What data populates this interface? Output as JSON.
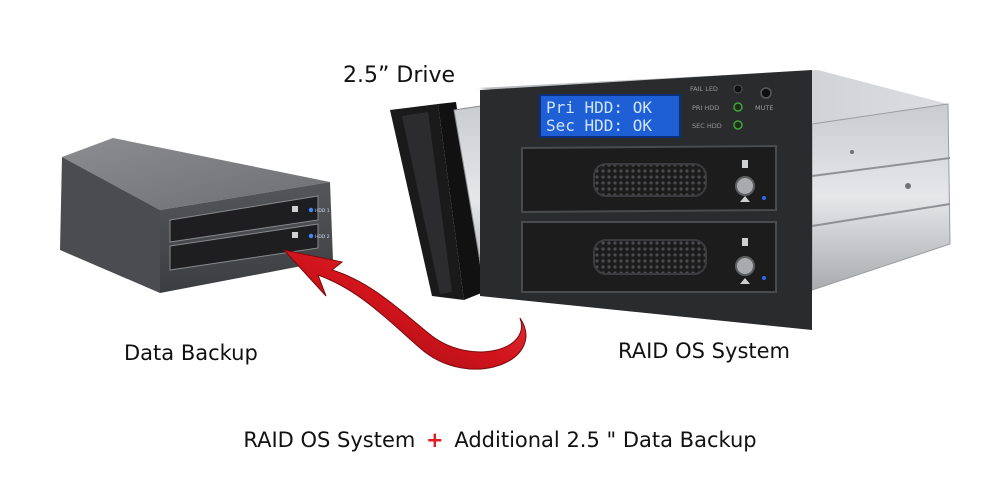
{
  "labels": {
    "drive": "2.5” Drive",
    "data_backup": "Data Backup",
    "raid_os_system": "RAID OS System"
  },
  "caption": {
    "left": "RAID OS System",
    "plus": "+",
    "right": "Additional 2.5 \" Data Backup"
  },
  "lcd": {
    "line1": "Pri HDD: OK",
    "line2": "Sec HDD: OK"
  },
  "indicators": {
    "fail": "FAIL LED",
    "pri": "PRI HDD",
    "sec": "SEC HDD",
    "mute": "MUTE"
  },
  "enclosure_leds": {
    "hdd1": "HDD 1",
    "hdd2": "HDD 2"
  },
  "colors": {
    "arrow": "#d2141c",
    "plus": "#e31b23",
    "lcd_bg": "#1e5fd6",
    "lcd_text": "#cfe4ff"
  }
}
